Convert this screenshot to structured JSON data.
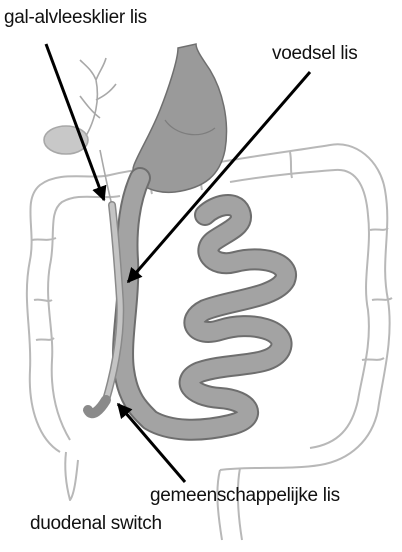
{
  "labels": {
    "biliopancreatic_limb": "gal-alvleesklier lis",
    "alimentary_limb": "voedsel lis",
    "common_channel": "gemeenschappelijke lis",
    "procedure": "duodenal switch"
  },
  "colors": {
    "stomach": "#9a9a9a",
    "stomach_dark": "#7d7d7d",
    "bowel_loop": "#a3a3a3",
    "colon_outline": "#b5b5b5",
    "arrow": "#000000"
  }
}
